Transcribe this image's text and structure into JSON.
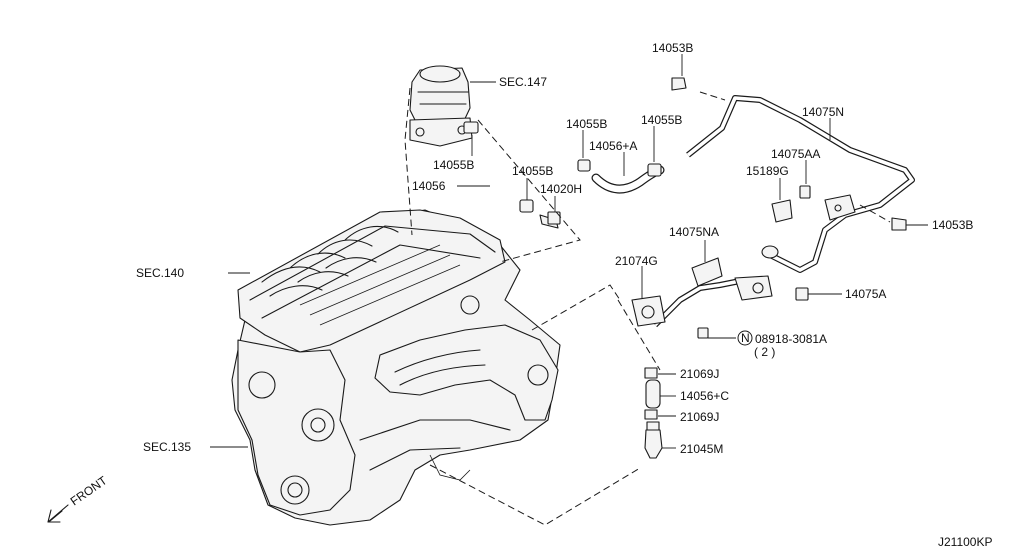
{
  "diagram_code": "J21100KP",
  "front_label": "FRONT",
  "callouts": {
    "sec147": "SEC.147",
    "sec140": "SEC.140",
    "sec135": "SEC.135",
    "p14053b_top": "14053B",
    "p14053b_right": "14053B",
    "p14075n": "14075N",
    "p14075aa": "14075AA",
    "p15189g": "15189G",
    "p14075na": "14075NA",
    "p21074g": "21074G",
    "p14075a": "14075A",
    "p14055b_1": "14055B",
    "p14055b_2": "14055B",
    "p14055b_3": "14055B",
    "p14055b_4": "14055B",
    "p14056a": "14056+A",
    "p14056": "14056",
    "p14020h": "14020H",
    "nut_marker": "N",
    "p08918": "08918-3081A",
    "qty": "( 2 )",
    "p21069j_1": "21069J",
    "p14056c": "14056+C",
    "p21069j_2": "21069J",
    "p21045m": "21045M"
  }
}
